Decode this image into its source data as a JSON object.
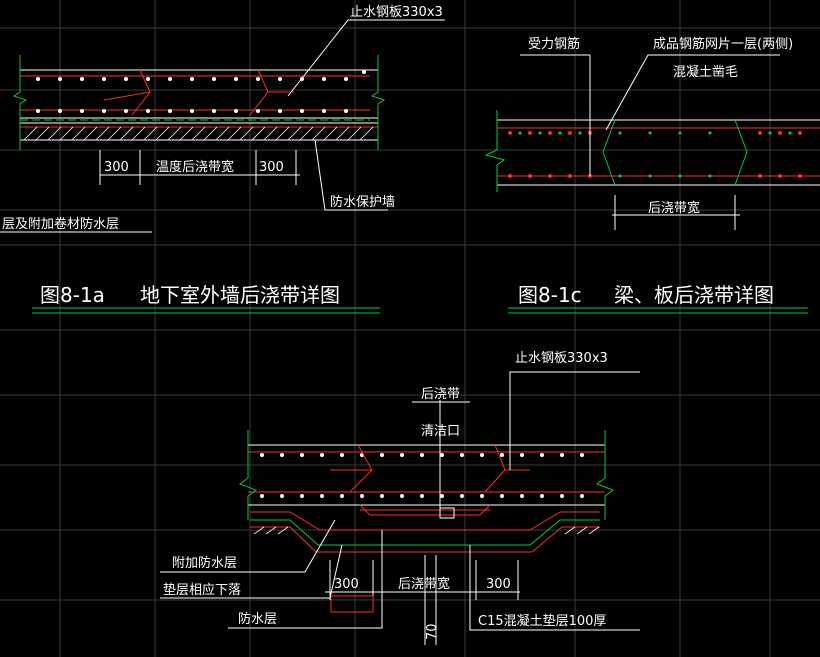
{
  "colors": {
    "background": "#000000",
    "grid": "#3a3a3a",
    "concrete": "#ffffff",
    "rebar": "#ff2a2a",
    "border": "#00cc33",
    "leader": "#ffffff"
  },
  "fig_a": {
    "title_code": "图8-1a",
    "title_text": "地下室外墙后浇带详图",
    "plate_label": "止水钢板330x3",
    "dim_left": "300",
    "dim_mid": "温度后浇带宽",
    "dim_right": "300",
    "protect_label": "防水保护墙",
    "waterproof_label": "层及附加卷材防水层"
  },
  "fig_c": {
    "title_code": "图8-1c",
    "title_text": "梁、板后浇带详图",
    "rebar_label": "受力钢筋",
    "mesh_label": "成品钢筋网片一层(两侧)",
    "rough_label": "混凝土凿毛",
    "width_label": "后浇带宽"
  },
  "fig_b": {
    "plate_label": "止水钢板330x3",
    "band_label": "后浇带",
    "clean_label": "清洁口",
    "extra_wp_label": "附加防水层",
    "cushion_label": "垫层相应下落",
    "wp_label": "防水层",
    "dim_left": "300",
    "dim_mid": "后浇带宽",
    "dim_right": "300",
    "depth": "70",
    "c15_label": "C15混凝土垫层100厚"
  }
}
